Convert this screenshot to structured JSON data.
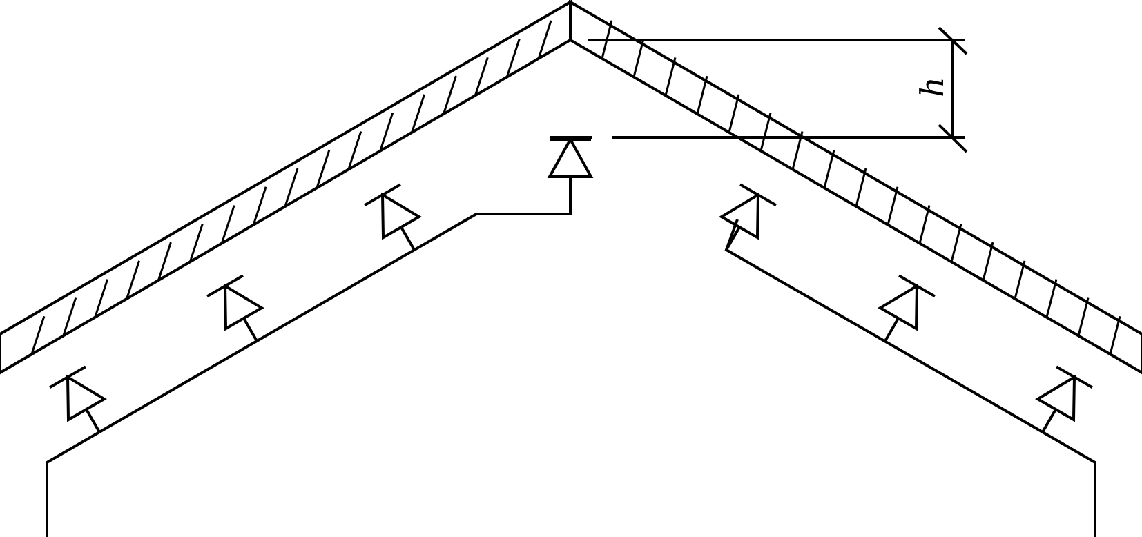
{
  "diagram": {
    "dimension_label": "h",
    "colors": {
      "ink": "#000000",
      "background": "#ffffff"
    },
    "sprinkler_count": 7,
    "left_sprinkler_count": 3,
    "right_sprinkler_count": 3,
    "ridge_sprinkler_count": 1
  }
}
